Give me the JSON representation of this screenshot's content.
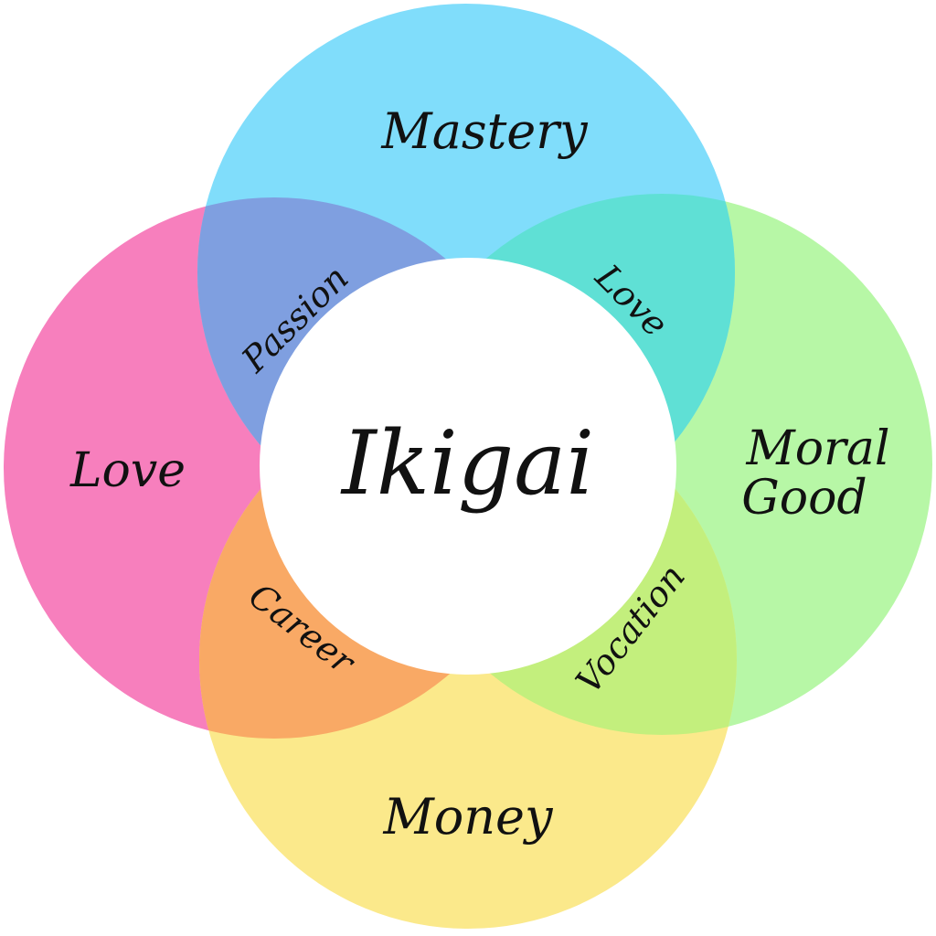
{
  "title": "Ikigai",
  "circles": {
    "top": {
      "label": "Mastery",
      "color": "#80ddfb"
    },
    "left": {
      "label": "Love",
      "color": "#f77fbd"
    },
    "right": {
      "label_line1": "Moral",
      "label_line2": "Good",
      "color": "#b7f7a6"
    },
    "bottom": {
      "label": "Money",
      "color": "#fbe98b"
    }
  },
  "overlaps": {
    "top_left": {
      "label": "Passion",
      "color": "#7f9fe0"
    },
    "top_right": {
      "label": "Love",
      "color": "#5fe0d5"
    },
    "bottom_left": {
      "label": "Career",
      "color": "#f9a965"
    },
    "bottom_right": {
      "label": "Vocation",
      "color": "#c3ef7d"
    }
  },
  "center_color": "#ffffff"
}
